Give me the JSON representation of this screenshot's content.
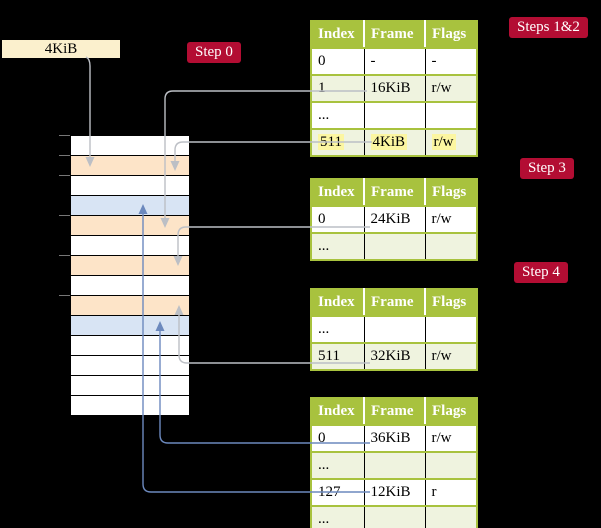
{
  "pointer_box": {
    "label": "4KiB"
  },
  "steps": {
    "step0": "Step 0",
    "steps12": "Steps 1&2",
    "step3": "Step 3",
    "step4": "Step 4"
  },
  "memory": {
    "frame_rows": [
      "white",
      "orange",
      "white",
      "blue",
      "orange",
      "white",
      "orange",
      "white",
      "orange",
      "blue",
      "white",
      "white",
      "white",
      "white"
    ]
  },
  "tables": [
    {
      "headers": [
        "Index",
        "Frame",
        "Flags"
      ],
      "rows": [
        {
          "index": "0",
          "frame": "-",
          "flags": "-"
        },
        {
          "index": "1",
          "frame": "16KiB",
          "flags": "r/w"
        },
        {
          "index": "...",
          "frame": "",
          "flags": ""
        },
        {
          "index": "511",
          "frame": "4KiB",
          "flags": "r/w",
          "highlight": true
        }
      ]
    },
    {
      "headers": [
        "Index",
        "Frame",
        "Flags"
      ],
      "rows": [
        {
          "index": "0",
          "frame": "24KiB",
          "flags": "r/w"
        },
        {
          "index": "...",
          "frame": "",
          "flags": ""
        }
      ]
    },
    {
      "headers": [
        "Index",
        "Frame",
        "Flags"
      ],
      "rows": [
        {
          "index": "...",
          "frame": "",
          "flags": ""
        },
        {
          "index": "511",
          "frame": "32KiB",
          "flags": "r/w"
        }
      ]
    },
    {
      "headers": [
        "Index",
        "Frame",
        "Flags"
      ],
      "rows": [
        {
          "index": "0",
          "frame": "36KiB",
          "flags": "r/w"
        },
        {
          "index": "...",
          "frame": "",
          "flags": ""
        },
        {
          "index": "127",
          "frame": "12KiB",
          "flags": "r"
        },
        {
          "index": "...",
          "frame": "",
          "flags": ""
        }
      ]
    }
  ],
  "connectors": [
    {
      "from": "pointer-box",
      "to": "frame-4KiB",
      "color": "#BCBFC5"
    },
    {
      "from": "table0-entry-1-16KiB",
      "to": "frame-16KiB",
      "color": "#BCBFC5"
    },
    {
      "from": "table0-entry-511-4KiB",
      "to": "frame-4KiB",
      "color": "#BCBFC5"
    },
    {
      "from": "table1-entry-0-24KiB",
      "to": "frame-24KiB",
      "color": "#BCBFC5"
    },
    {
      "from": "table2-entry-511-32KiB",
      "to": "frame-32KiB",
      "color": "#BCBFC5"
    },
    {
      "from": "table3-entry-0-36KiB",
      "to": "frame-36KiB",
      "color": "#6C89BE"
    },
    {
      "from": "table3-entry-127-12KiB",
      "to": "frame-12KiB",
      "color": "#6C89BE"
    }
  ],
  "colors": {
    "background": "#000000",
    "step_label": "#B30D33",
    "table_header": "#A8C23E",
    "row_green": "#EFF3DF",
    "row_white": "#FFFFFF",
    "highlight_yellow": "#FCF6A1",
    "frame_orange": "#FDE4C8",
    "frame_blue": "#D8E4F4",
    "pointer_box_cream": "#FBF0CD",
    "gray_arrow": "#BCBFC5",
    "blue_arrow": "#6C89BE"
  }
}
